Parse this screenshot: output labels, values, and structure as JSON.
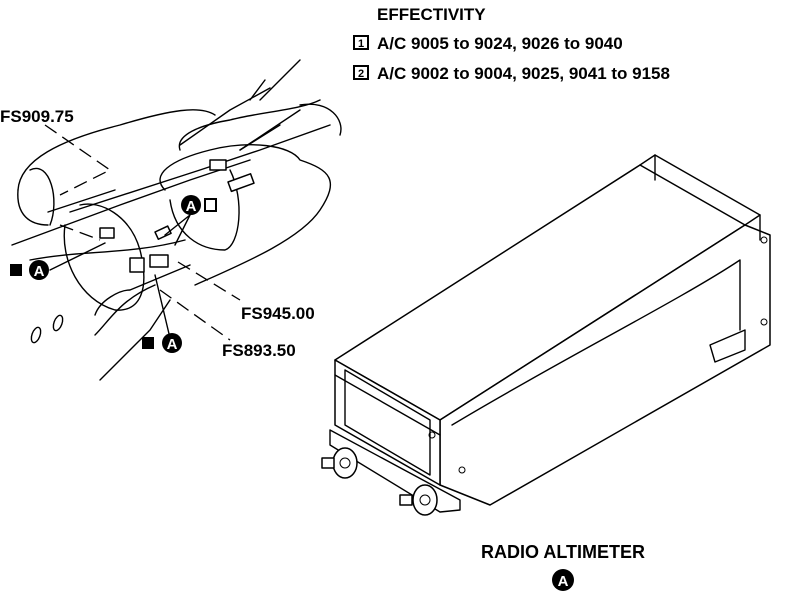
{
  "effectivity": {
    "title": "EFFECTIVITY",
    "items": [
      {
        "marker": "1",
        "text": "A/C 9005 to 9024, 9026 to 9040"
      },
      {
        "marker": "2",
        "text": "A/C 9002 to 9004, 9025, 9041 to 9158"
      }
    ]
  },
  "stations": {
    "fs1": "FS909.75",
    "fs2": "FS945.00",
    "fs3": "FS893.50"
  },
  "callouts": {
    "detail_letter": "A"
  },
  "caption": {
    "title": "RADIO ALTIMETER",
    "letter": "A"
  }
}
